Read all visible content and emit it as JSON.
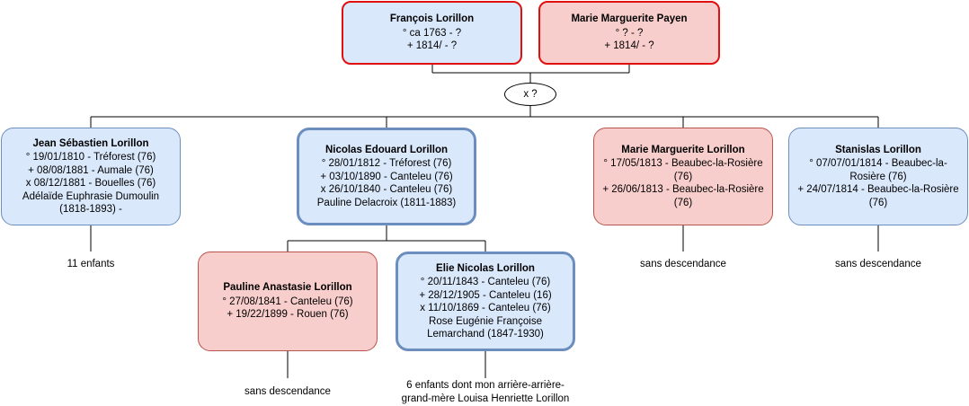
{
  "parents": {
    "father": {
      "name": "François Lorillon",
      "lines": [
        "° ca 1763 - ?",
        "+ 1814/ - ?"
      ]
    },
    "mother": {
      "name": "Marie Marguerite Payen",
      "lines": [
        "° ? - ?",
        "+ 1814/ - ?"
      ]
    },
    "marriage_label": "x ?"
  },
  "children": [
    {
      "name": "Jean Sébastien Lorillon",
      "lines": [
        "° 19/01/1810 - Tréforest (76)",
        "+ 08/08/1881 - Aumale (76)",
        "x 08/12/1881 - Bouelles (76)",
        "Adélaïde Euphrasie Dumoulin",
        "(1818-1893) -"
      ],
      "note": [
        "11 enfants"
      ]
    },
    {
      "name": "Nicolas Edouard Lorillon",
      "lines": [
        "° 28/01/1812 - Tréforest (76)",
        "+ 03/10/1890 - Canteleu (76)",
        "x 26/10/1840 - Canteleu (76)",
        "Pauline Delacroix (1811-1883)"
      ]
    },
    {
      "name": "Marie Marguerite Lorillon",
      "lines": [
        "° 17/05/1813 - Beaubec-la-Rosière",
        "(76)",
        "+ 26/06/1813 - Beaubec-la-Rosière",
        "(76)"
      ],
      "note": [
        "sans descendance"
      ]
    },
    {
      "name": "Stanislas Lorillon",
      "lines": [
        "° 07/07/01/1814 - Beaubec-la-",
        "Rosière (76)",
        "+ 24/07/1814 - Beaubec-la-Rosière",
        "(76)"
      ],
      "note": [
        "sans descendance"
      ]
    }
  ],
  "grandchildren": [
    {
      "name": "Pauline Anastasie Lorillon",
      "lines": [
        "° 27/08/1841 - Canteleu (76)",
        "+ 19/22/1899 - Rouen (76)"
      ],
      "note": [
        "sans descendance"
      ]
    },
    {
      "name": "Elie Nicolas Lorillon",
      "lines": [
        "° 20/11/1843 - Canteleu (76)",
        "+ 28/12/1905 - Canteleu (16)",
        "x 11/10/1869 - Canteleu (76)",
        "Rose Eugénie Françoise",
        "Lemarchand (1847-1930)"
      ],
      "note": [
        "6 enfants dont mon arrière-arrière-",
        "grand-mère Louisa Henriette Lorillon"
      ]
    }
  ]
}
